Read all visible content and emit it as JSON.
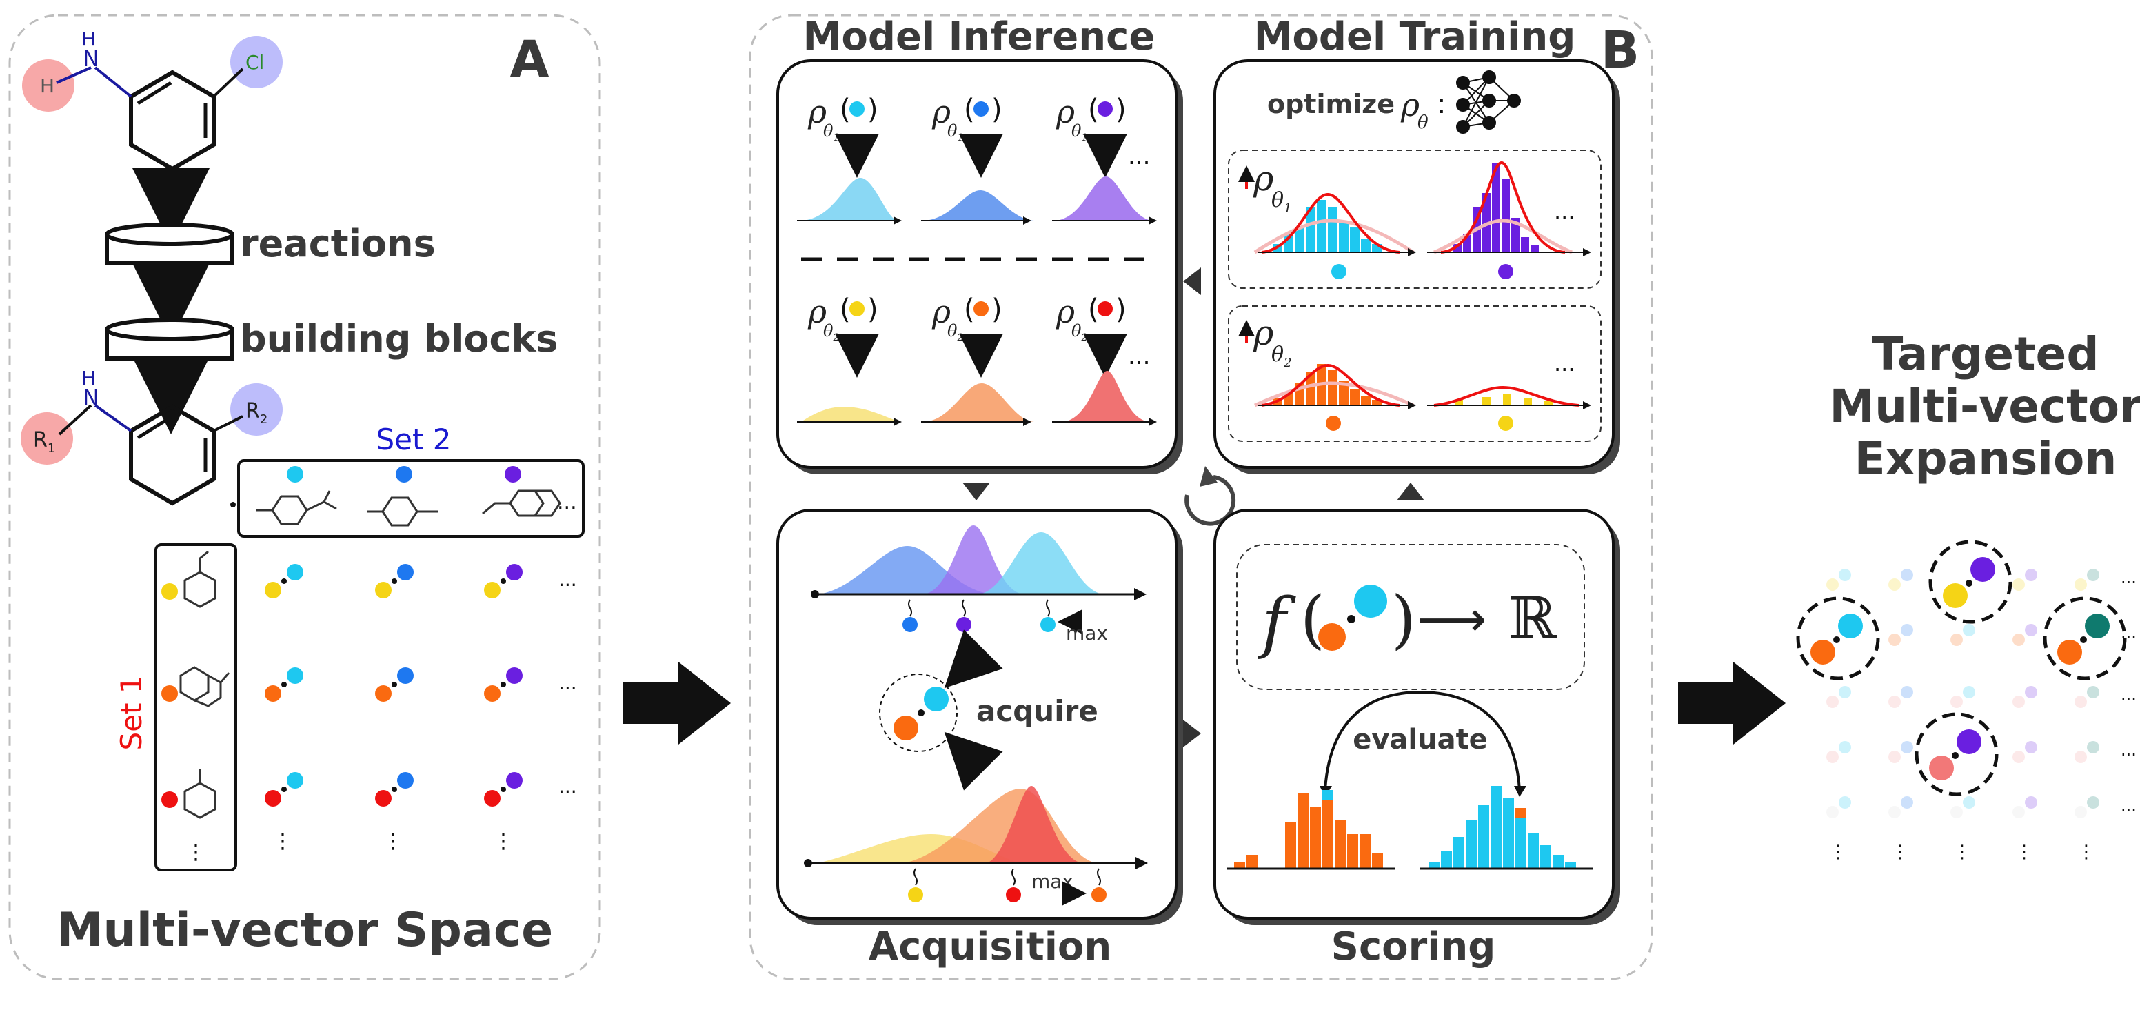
{
  "panel_a": {
    "label": "A",
    "atoms": {
      "h": "H",
      "n": "N",
      "h_on_n": "H",
      "cl": "Cl",
      "r1": "R",
      "r1_sub": "1",
      "r2": "R",
      "r2_sub": "2"
    },
    "steps": [
      "reactions",
      "building blocks"
    ],
    "set1_label": "Set 1",
    "set2_label": "Set 2",
    "ellipsis": "...",
    "vdots": "⋮",
    "title": "Multi-vector Space"
  },
  "panel_b": {
    "label": "B",
    "inference": {
      "title": "Model Inference",
      "rho": "ρ",
      "theta1": "θ",
      "theta1_sub": "1",
      "theta2": "θ",
      "theta2_sub": "2",
      "ellipsis": "..."
    },
    "training": {
      "title": "Model Training",
      "optimize": "optimize",
      "rho": "ρ",
      "theta": "θ",
      "colon": ":",
      "theta1_sub": "1",
      "theta2_sub": "2",
      "ellipsis": "..."
    },
    "acquisition": {
      "title": "Acquisition",
      "max": "max",
      "acquire": "acquire"
    },
    "scoring": {
      "title": "Scoring",
      "f": "f",
      "open": "(",
      "close": ")",
      "arrow": "⟶",
      "reals": "ℝ",
      "evaluate": "evaluate"
    }
  },
  "output": {
    "title_lines": [
      "Targeted",
      "Multi-vector",
      "Expansion"
    ],
    "ellipsis": "..."
  },
  "colors": {
    "cyan": "#1ec8f0",
    "blue": "#1e78f0",
    "purple": "#6a1fe0",
    "yellow": "#f5d416",
    "orange": "#fa6a10",
    "red": "#ee1111",
    "pink": "#f4a0a0",
    "lavender": "#b8b8ff",
    "teal": "#0f7a6e",
    "salmon": "#f27878",
    "text": "#3a3a3a"
  }
}
